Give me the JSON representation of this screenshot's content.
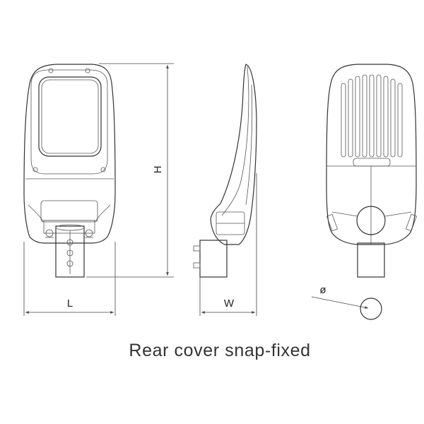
{
  "dimensions": {
    "length": "L",
    "height": "H",
    "width": "W",
    "diameter": "ø"
  },
  "caption": "Rear cover snap-fixed"
}
